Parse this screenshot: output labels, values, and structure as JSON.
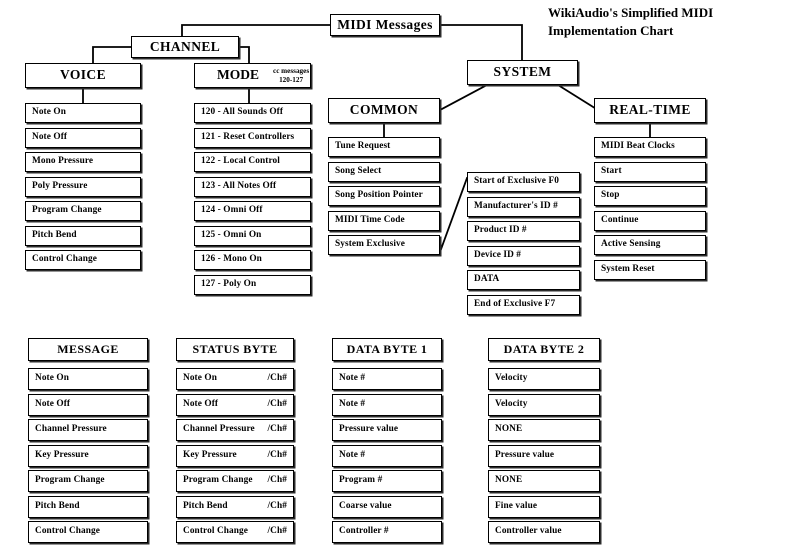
{
  "title": {
    "line1": "WikiAudio's Simplified MIDI",
    "line2": "Implementation Chart"
  },
  "tree": {
    "root": {
      "label": "MIDI Messages"
    },
    "channel": {
      "label": "CHANNEL"
    },
    "system": {
      "label": "SYSTEM"
    },
    "voice": {
      "label": "VOICE"
    },
    "mode": {
      "label": "MODE",
      "note_line1": "cc messages",
      "note_line2": "120-127"
    },
    "common": {
      "label": "COMMON"
    },
    "realtime": {
      "label": "REAL-TIME"
    }
  },
  "columns": {
    "voice_items": [
      "Note On",
      "Note Off",
      "Mono Pressure",
      "Poly Pressure",
      "Program Change",
      "Pitch Bend",
      "Control Change"
    ],
    "mode_items": [
      "120 - All Sounds Off",
      "121 - Reset Controllers",
      "122 - Local Control",
      "123 - All Notes Off",
      "124 - Omni Off",
      "125 - Omni On",
      "126 - Mono On",
      "127 - Poly On"
    ],
    "common_items": [
      "Tune Request",
      "Song Select",
      "Song Position Pointer",
      "MIDI Time Code",
      "System Exclusive"
    ],
    "exclusive_items": [
      "Start of Exclusive F0",
      "Manufacturer's ID #",
      "Product ID #",
      "Device ID #",
      "DATA",
      "End of Exclusive F7"
    ],
    "realtime_items": [
      "MIDI Beat Clocks",
      "Start",
      "Stop",
      "Continue",
      "Active Sensing",
      "System Reset"
    ]
  },
  "table": {
    "headers": [
      "MESSAGE",
      "STATUS BYTE",
      "DATA BYTE 1",
      "DATA BYTE 2"
    ],
    "message_col": [
      "Note On",
      "Note Off",
      "Channel Pressure",
      "Key Pressure",
      "Program Change",
      "Pitch Bend",
      "Control Change"
    ],
    "status_col": [
      {
        "label": "Note On",
        "ch": "/Ch#"
      },
      {
        "label": "Note Off",
        "ch": "/Ch#"
      },
      {
        "label": "Channel Pressure",
        "ch": "/Ch#"
      },
      {
        "label": "Key Pressure",
        "ch": "/Ch#"
      },
      {
        "label": "Program Change",
        "ch": "/Ch#"
      },
      {
        "label": "Pitch Bend",
        "ch": "/Ch#"
      },
      {
        "label": "Control Change",
        "ch": "/Ch#"
      }
    ],
    "data1_col": [
      "Note #",
      "Note #",
      "Pressure value",
      "Note #",
      "Program #",
      "Coarse value",
      "Controller #"
    ],
    "data2_col": [
      "Velocity",
      "Velocity",
      "NONE",
      "Pressure value",
      "NONE",
      "Fine value",
      "Controller value"
    ]
  },
  "colors": {
    "background": "#ffffff",
    "line": "#000000",
    "shadow": "#2b2b2b"
  }
}
